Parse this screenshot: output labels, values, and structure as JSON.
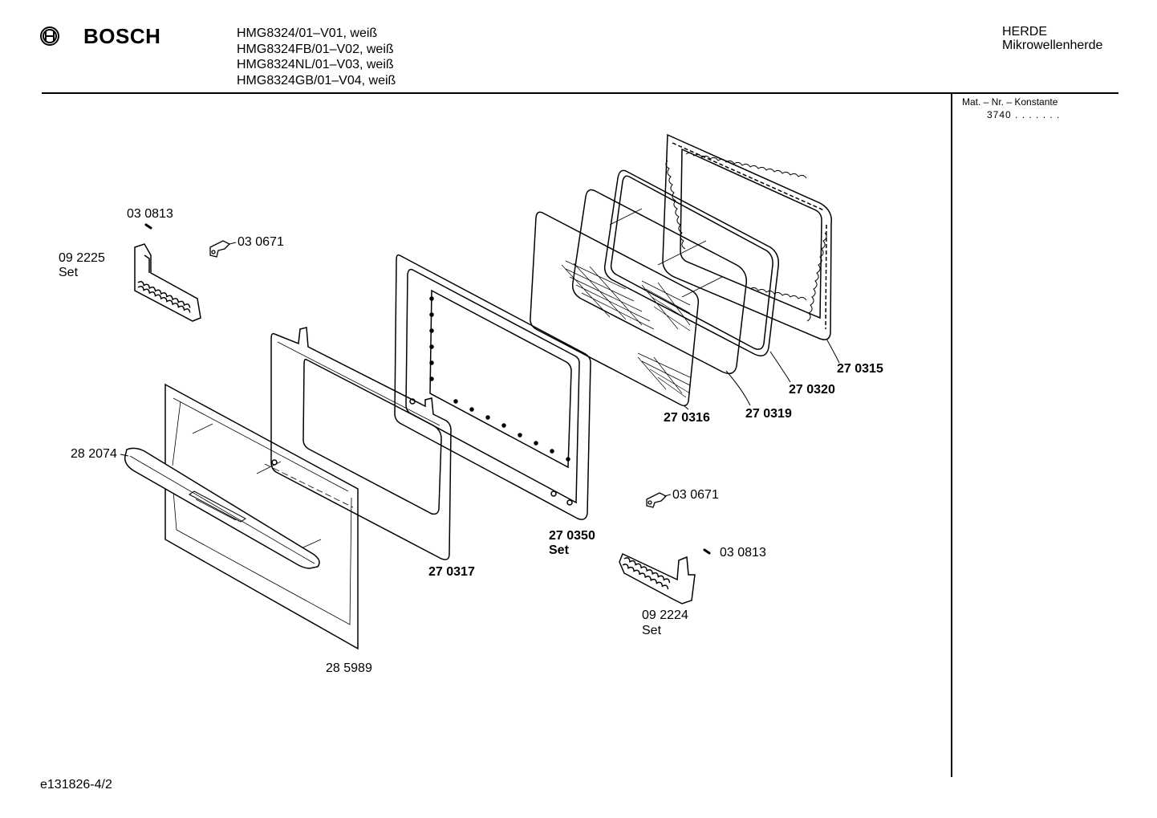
{
  "header": {
    "brand": "BOSCH",
    "models": [
      "HMG8324/01–V01, weiß",
      "HMG8324FB/01–V02, weiß",
      "HMG8324NL/01–V03, weiß",
      "HMG8324GB/01–V04, weiß"
    ],
    "category": "HERDE",
    "subcategory": "Mikrowellenherde"
  },
  "sidebar": {
    "mat_label": "Mat. – Nr. – Konstante",
    "mat_value": "3740 . .  . . . . ."
  },
  "parts": {
    "p030813_top": "03 0813",
    "p030671_top": "03 0671",
    "p092225": "09 2225",
    "p092225_set": "Set",
    "p282074": "28 2074",
    "p285989": "28 5989",
    "p270317": "27 0317",
    "p270350": "27 0350",
    "p270350_set": "Set",
    "p270316": "27 0316",
    "p270319": "27 0319",
    "p270320": "27 0320",
    "p270315": "27 0315",
    "p030671_bottom": "03 0671",
    "p030813_bottom": "03 0813",
    "p092224": "09 2224",
    "p092224_set": "Set"
  },
  "footer": {
    "doc_id": "e131826-4/2"
  }
}
